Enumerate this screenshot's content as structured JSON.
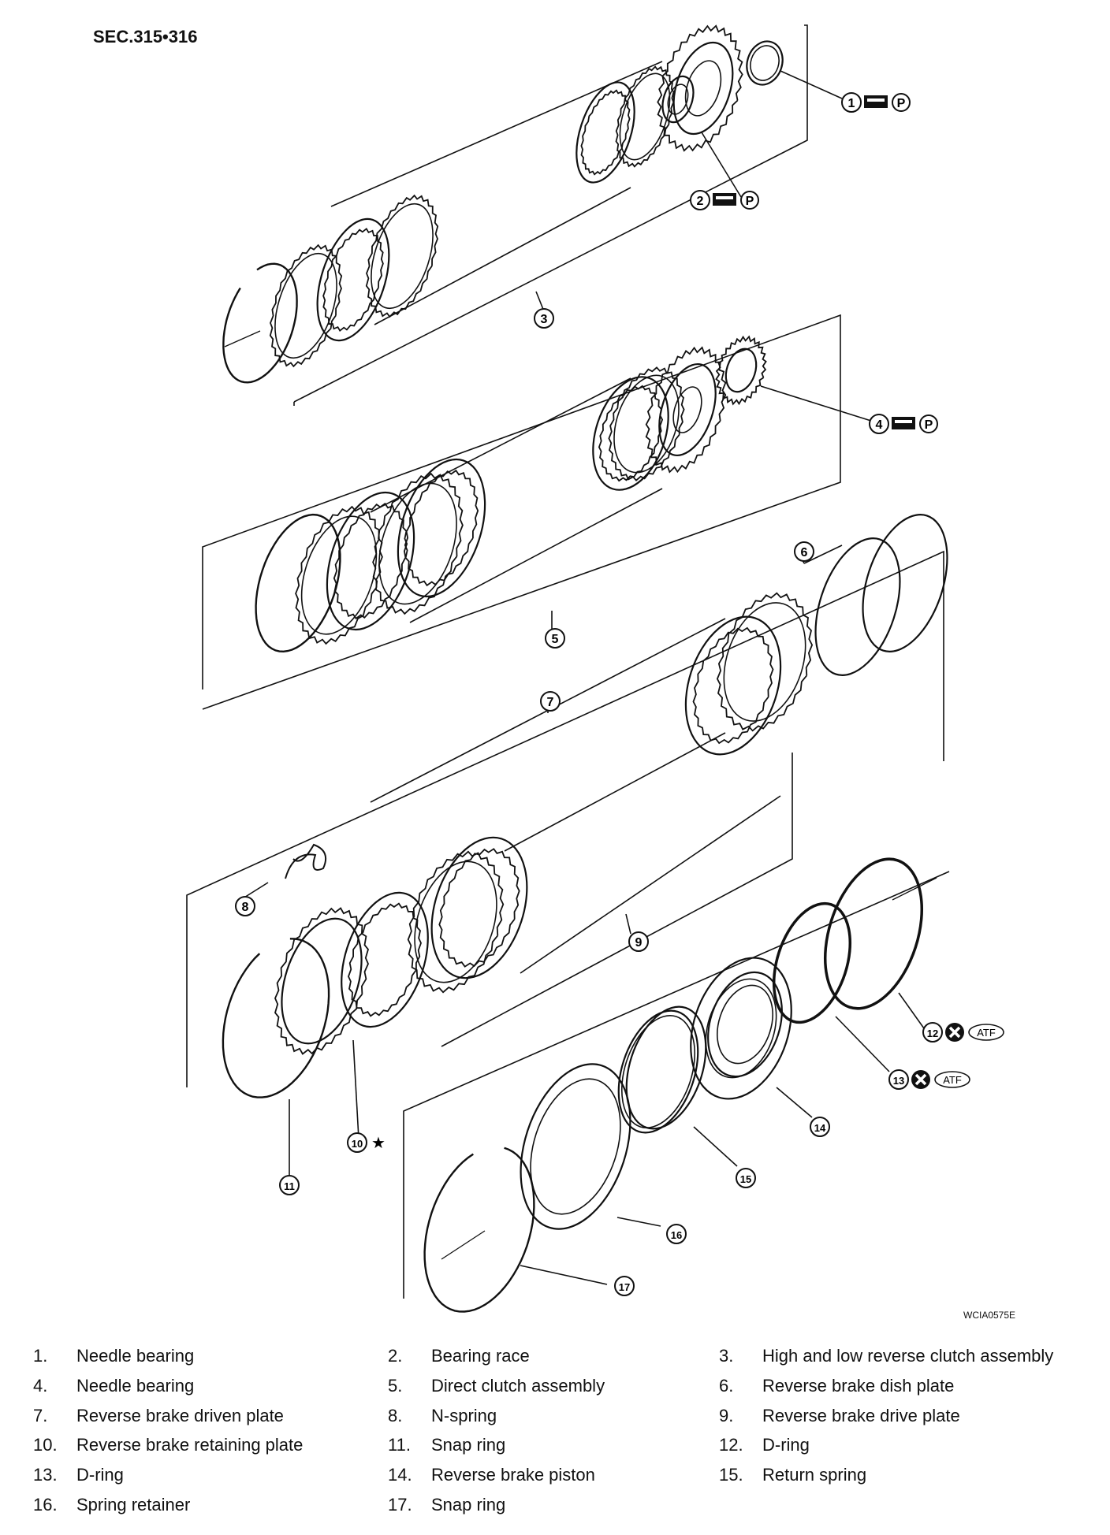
{
  "section_title": "SEC.315•316",
  "figure_id": "WCIA0575E",
  "callouts": [
    {
      "num": "1",
      "symbols": [
        "grease-icon",
        "petroleum-jelly-icon"
      ]
    },
    {
      "num": "2",
      "symbols": [
        "grease-icon",
        "petroleum-jelly-icon"
      ]
    },
    {
      "num": "3",
      "symbols": []
    },
    {
      "num": "4",
      "symbols": [
        "grease-icon",
        "petroleum-jelly-icon"
      ]
    },
    {
      "num": "5",
      "symbols": []
    },
    {
      "num": "6",
      "symbols": []
    },
    {
      "num": "7",
      "symbols": []
    },
    {
      "num": "8",
      "symbols": []
    },
    {
      "num": "9",
      "symbols": []
    },
    {
      "num": "10",
      "symbols": [
        "star-icon"
      ]
    },
    {
      "num": "11",
      "symbols": []
    },
    {
      "num": "12",
      "symbols": [
        "do-not-reuse-icon",
        "atf-icon"
      ]
    },
    {
      "num": "13",
      "symbols": [
        "do-not-reuse-icon",
        "atf-icon"
      ]
    },
    {
      "num": "14",
      "symbols": []
    },
    {
      "num": "15",
      "symbols": []
    },
    {
      "num": "16",
      "symbols": []
    },
    {
      "num": "17",
      "symbols": []
    }
  ],
  "symbol_text": {
    "petroleum_jelly": "P",
    "atf": "ATF",
    "star": "★"
  },
  "legend": [
    {
      "num": "1.",
      "label": "Needle bearing"
    },
    {
      "num": "2.",
      "label": "Bearing race"
    },
    {
      "num": "3.",
      "label": "High and low reverse clutch assembly"
    },
    {
      "num": "4.",
      "label": "Needle bearing"
    },
    {
      "num": "5.",
      "label": "Direct clutch assembly"
    },
    {
      "num": "6.",
      "label": "Reverse brake dish plate"
    },
    {
      "num": "7.",
      "label": "Reverse brake driven plate"
    },
    {
      "num": "8.",
      "label": "N-spring"
    },
    {
      "num": "9.",
      "label": "Reverse brake drive plate"
    },
    {
      "num": "10.",
      "label": "Reverse brake retaining plate"
    },
    {
      "num": "11.",
      "label": "Snap ring"
    },
    {
      "num": "12.",
      "label": "D-ring"
    },
    {
      "num": "13.",
      "label": "D-ring"
    },
    {
      "num": "14.",
      "label": "Reverse brake piston"
    },
    {
      "num": "15.",
      "label": "Return spring"
    },
    {
      "num": "16.",
      "label": "Spring retainer"
    },
    {
      "num": "17.",
      "label": "Snap ring"
    }
  ]
}
